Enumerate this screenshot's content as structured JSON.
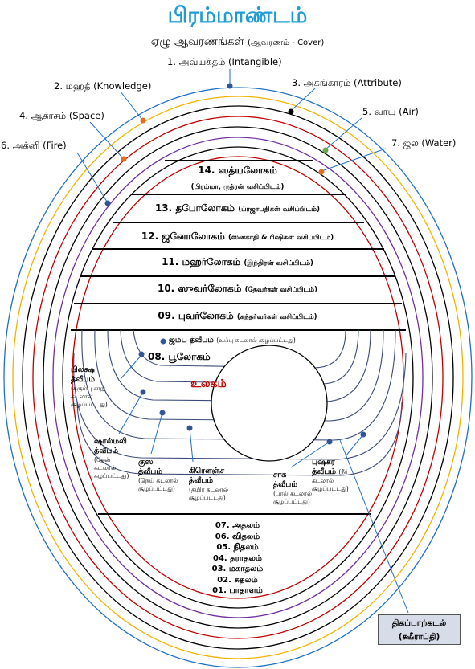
{
  "title": "பிரம்மாண்டம்",
  "subtitle_main": "ஏழு ஆவரணங்கள்",
  "subtitle_note": "(ஆவரணம் - Cover)",
  "covers": [
    {
      "label": "1. அவ்யக்தம் (Intangible)",
      "color": "#1f6fc6"
    },
    {
      "label": "2. மஹத் (Knowledge)",
      "color": "#e2a000"
    },
    {
      "label": "3. அகங்காரம் (Attribute)",
      "color": "#000000"
    },
    {
      "label": "4. ஆகாசம் (Space)",
      "color": "#c00000"
    },
    {
      "label": "5. வாயு (Air)",
      "color": "#6aa84f"
    },
    {
      "label": "6. அக்னி (Fire)",
      "color": "#000000"
    },
    {
      "label": "7. ஜல (Water)",
      "color": "#7030a0"
    }
  ],
  "upper_worlds": [
    {
      "name": "14. ஸத்யலோகம்",
      "note": "(பிரம்மா, ருத்ரன் வசிப்பிடம்)"
    },
    {
      "name": "13. தபோலோகம்",
      "note": "(ப்ரஜாபதிகள் வசிப்பிடம்)"
    },
    {
      "name": "12. ஜனோலோகம்",
      "note": "(ஸனகாதி & ரிஷிகள் வசிப்பிடம்)"
    },
    {
      "name": "11. மஹர்லோகம்",
      "note": "(இந்திரன் வசிப்பிடம்)"
    },
    {
      "name": "10. ஸுவர்லோகம்",
      "note": "(தேவர்கள் வசிப்பிடம்)"
    },
    {
      "name": "09. புவர்லோகம்",
      "note": "(கந்தர்வர்கள் வசிப்பிடம்)"
    }
  ],
  "bhuloka": {
    "name": "08. பூலோகம்",
    "center": "உலகம்"
  },
  "dvipas": {
    "jambu": {
      "name": "ஜம்பு த்வீபம்",
      "note": "(உப்பு கடலால் சூழப்பட்டது)"
    },
    "plaksha": {
      "name1": "பிலக்ஷ",
      "name2": "த்வீபம்",
      "note1": "(கரும்பு சாறு",
      "note2": "கடலால்",
      "note3": "சூழப்பட்டது)"
    },
    "shalmali": {
      "name1": "ஷால்மலி",
      "name2": "த்வீபம்",
      "note1": "(தேன்",
      "note2": "கடலால்",
      "note3": "சுழப்பட்டது)"
    },
    "kusha": {
      "name1": "குஸ",
      "name2": "த்வீபம்",
      "note1": "(நெய் கடலால்",
      "note2": "சூழப்பட்டது)"
    },
    "krauncha": {
      "name1": "கிரௌஞ்ச",
      "name2": "த்வீபம்",
      "note1": "(தயிர் கடலால்",
      "note2": "சூழப்பட்டது)"
    },
    "shaka": {
      "name1": "சாக",
      "name2": "த்வீபம்",
      "note1": "(பால் கடலால்",
      "note2": "சூழப்பட்டது)"
    },
    "pushkara": {
      "name1": "புஷ்கர",
      "name2": "த்வீபம்",
      "note_inline": "(நீர்",
      "note1": "கடலால்",
      "note2": "சூழப்பட்டது)"
    }
  },
  "lower_worlds": [
    "07. அதலம்",
    "06. விதலம்",
    "05. நிதலம்",
    "04. தராதலம்",
    "03. மகாதலம்",
    "02. சுதலம்",
    "01. பாதாளம்"
  ],
  "ocean_box": {
    "line1": "திகப்பாற்கடல்",
    "line2": "(க்ஷீராப்தி)"
  },
  "colors": {
    "title": "#1f9bd6",
    "dvipa_lines": "#3b4a7a",
    "dot": "#2f5597",
    "orange_dot": "#e07020",
    "box_bg": "#d6dce8"
  }
}
